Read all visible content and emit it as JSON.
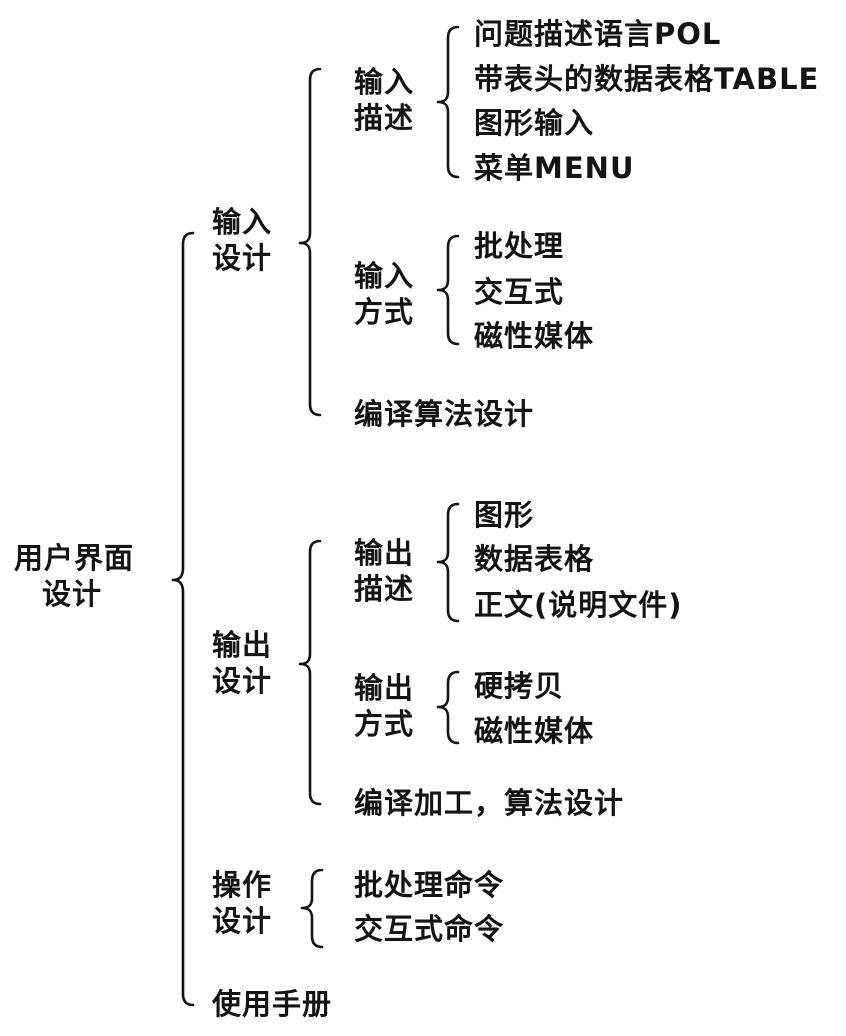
{
  "root": {
    "line1": "用户界面",
    "line2": "设计"
  },
  "input_design": {
    "line1": "输入",
    "line2": "设计",
    "desc": {
      "line1": "输入",
      "line2": "描述",
      "items": [
        "问题描述语言POL",
        "带表头的数据表格TABLE",
        "图形输入",
        "菜单MENU"
      ]
    },
    "method": {
      "line1": "输入",
      "line2": "方式",
      "items": [
        "批处理",
        "交互式",
        "磁性媒体"
      ]
    },
    "compile": "编译算法设计"
  },
  "output_design": {
    "line1": "输出",
    "line2": "设计",
    "desc": {
      "line1": "输出",
      "line2": "描述",
      "items": [
        "图形",
        "数据表格",
        "正文(说明文件)"
      ]
    },
    "method": {
      "line1": "输出",
      "line2": "方式",
      "items": [
        "硬拷贝",
        "磁性媒体"
      ]
    },
    "compile": "编译加工，算法设计"
  },
  "operation_design": {
    "line1": "操作",
    "line2": "设计",
    "items": [
      "批处理命令",
      "交互式命令"
    ]
  },
  "manual": "使用手册"
}
